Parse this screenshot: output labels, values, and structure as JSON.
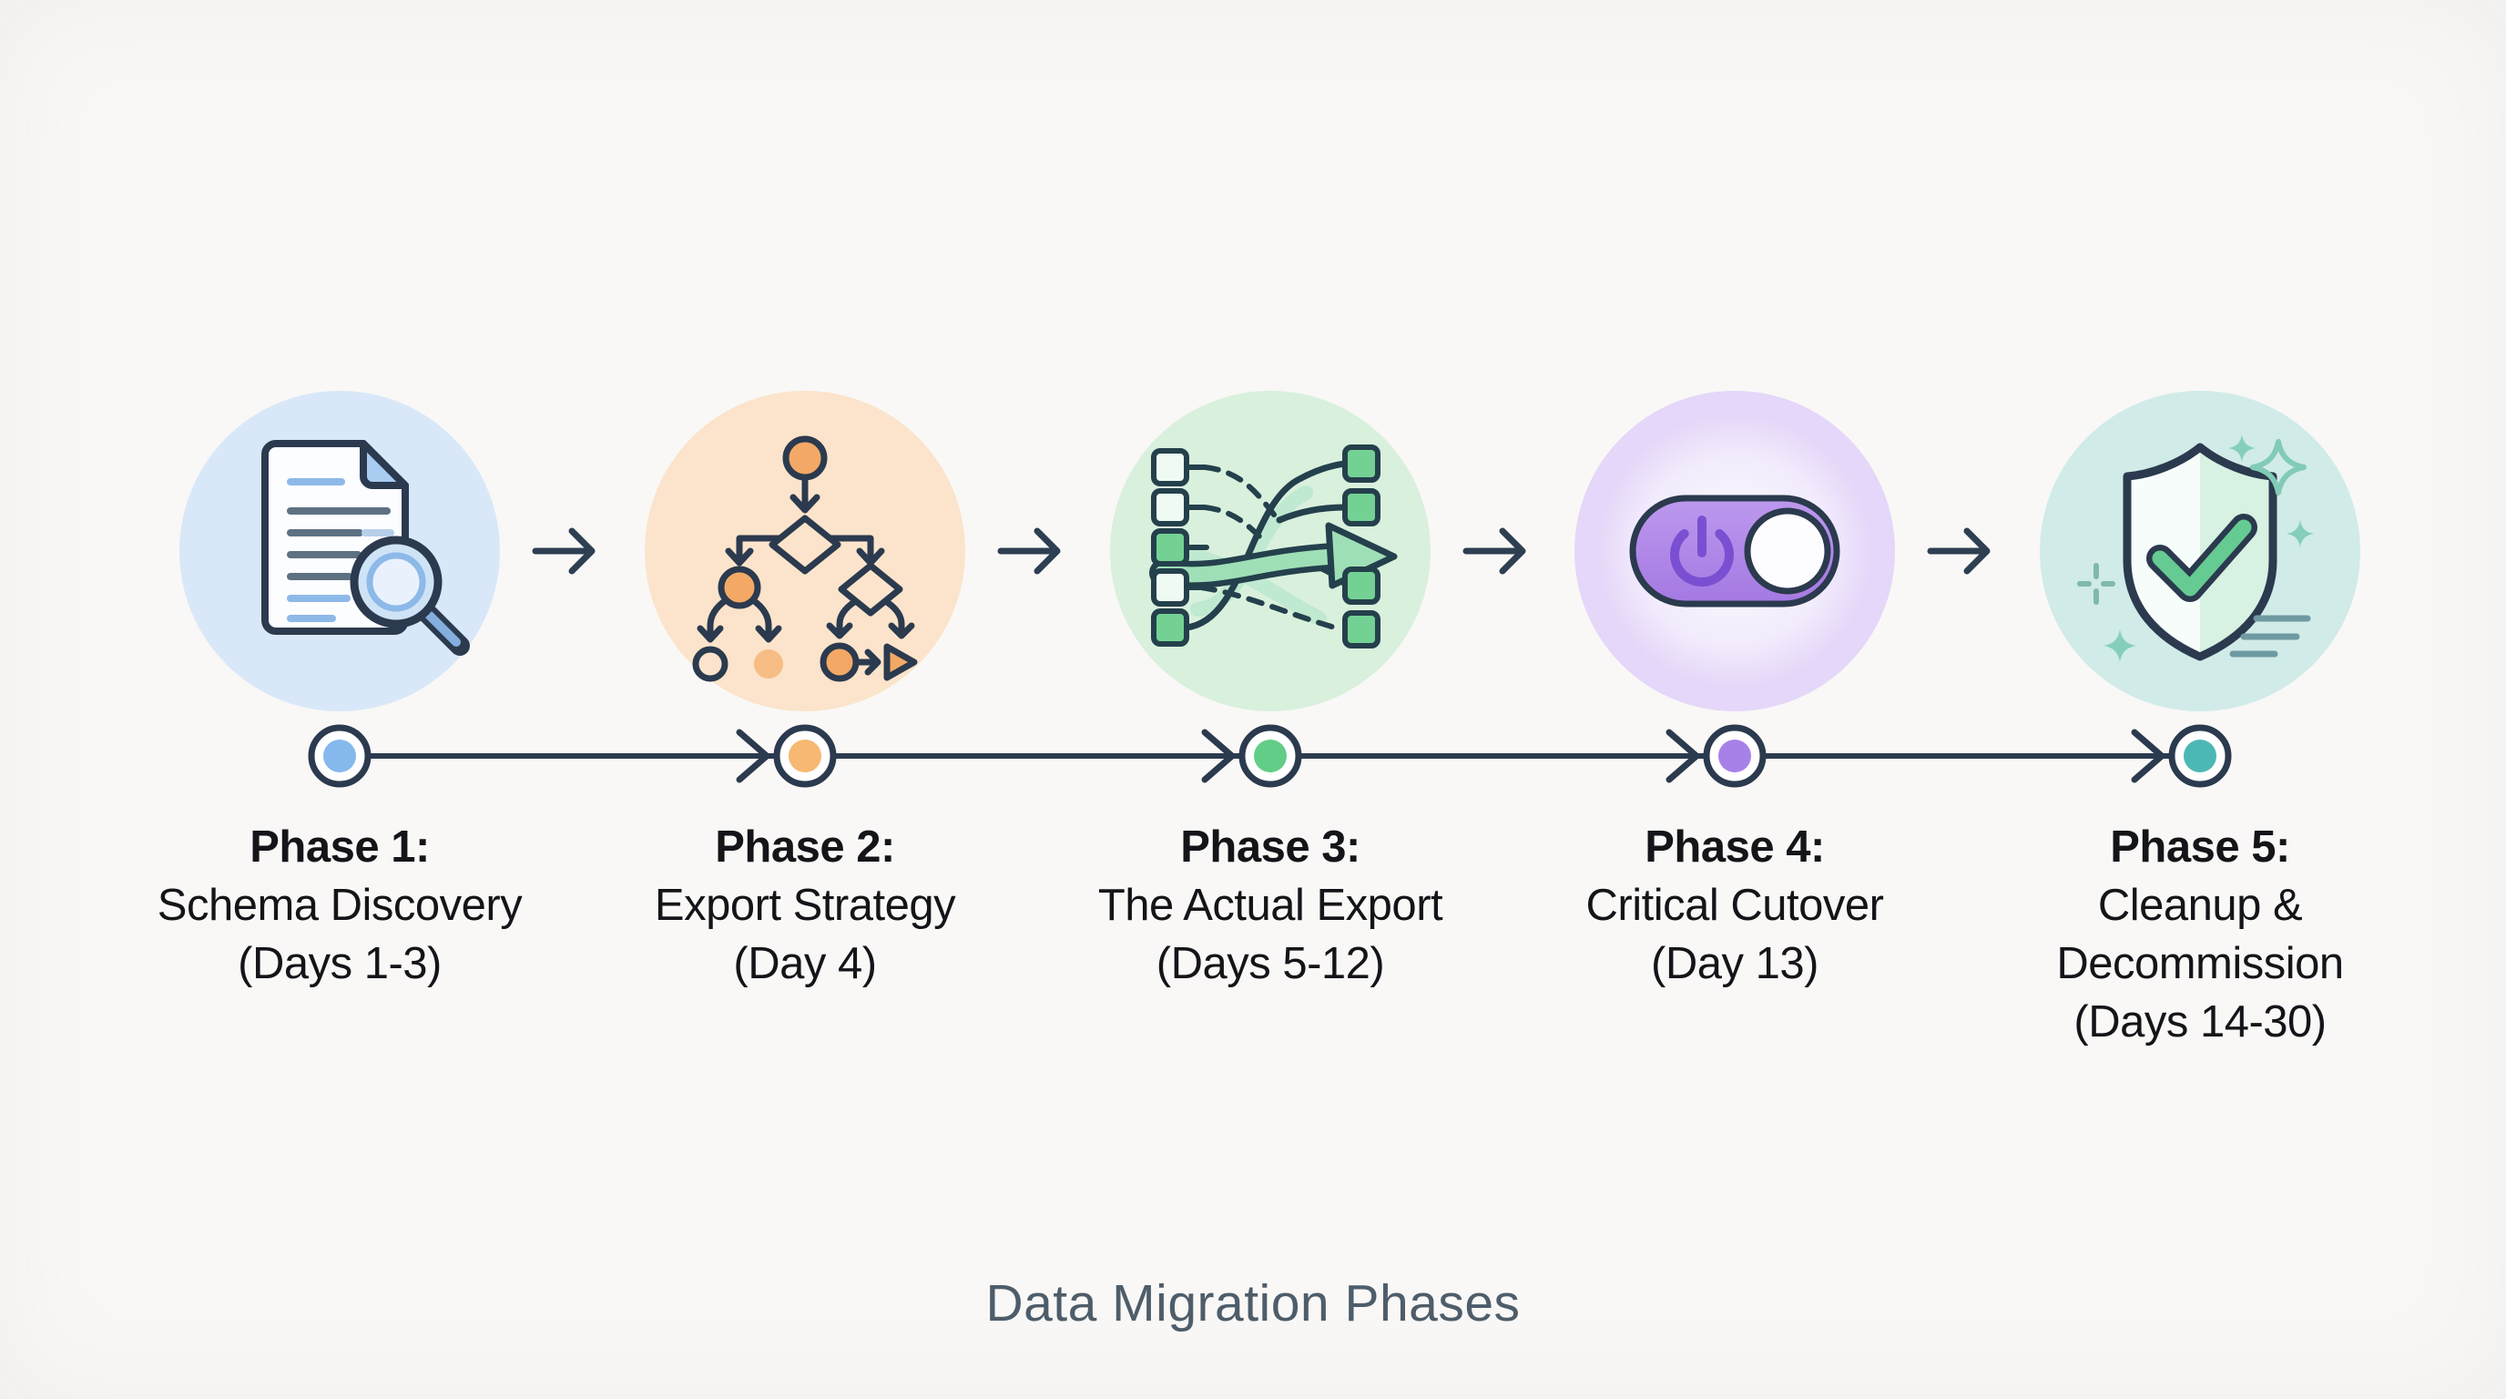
{
  "title": "Data Migration Phases",
  "colors": {
    "background": "#f9f8f6",
    "stroke": "#2b3a4e",
    "label_text": "#141419",
    "title_text": "#4e5d6a"
  },
  "phases": [
    {
      "label": "Phase 1:",
      "name_lines": [
        "Schema Discovery"
      ],
      "days": "(Days 1-3)",
      "icon": "document-search-icon",
      "circle_color": "#d9e8f8",
      "dot_color": "#85b9ed"
    },
    {
      "label": "Phase 2:",
      "name_lines": [
        "Export Strategy"
      ],
      "days": "(Day 4)",
      "icon": "flowchart-icon",
      "circle_color": "#fbe4cb",
      "dot_color": "#f6b873"
    },
    {
      "label": "Phase 3:",
      "name_lines": [
        "The Actual Export"
      ],
      "days": "(Days 5-12)",
      "icon": "data-mapping-arrow-icon",
      "circle_color": "#d9f0dd",
      "dot_color": "#62cd87"
    },
    {
      "label": "Phase 4:",
      "name_lines": [
        "Critical Cutover"
      ],
      "days": "(Day 13)",
      "icon": "toggle-switch-icon",
      "circle_color": "#e5d7f9",
      "dot_color": "#a881e8"
    },
    {
      "label": "Phase 5:",
      "name_lines": [
        "Cleanup &",
        "Decommission"
      ],
      "days": "(Days 14-30)",
      "icon": "shield-check-icon",
      "circle_color": "#d1ebe8",
      "dot_color": "#4cb8b4"
    }
  ]
}
